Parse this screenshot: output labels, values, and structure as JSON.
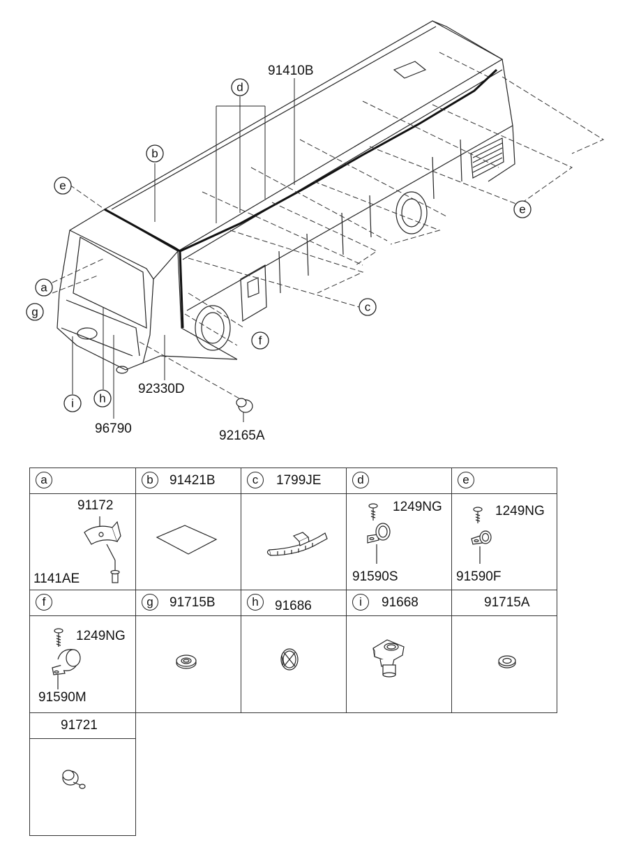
{
  "diagram": {
    "callouts": {
      "a": "a",
      "b": "b",
      "c": "c",
      "d": "d",
      "e1": "e",
      "e2": "e",
      "f": "f",
      "g": "g",
      "h": "h",
      "i": "i"
    },
    "part_labels": {
      "p91410B": "91410B",
      "p92330D": "92330D",
      "p96790": "96790",
      "p92165A": "92165A"
    }
  },
  "table": {
    "row1": [
      {
        "letter": "a",
        "code": ""
      },
      {
        "letter": "b",
        "code": "91421B"
      },
      {
        "letter": "c",
        "code": "1799JE"
      },
      {
        "letter": "d",
        "code": ""
      },
      {
        "letter": "e",
        "code": ""
      }
    ],
    "row2": [
      {
        "letter": "f",
        "code": ""
      },
      {
        "letter": "g",
        "code": "91715B"
      },
      {
        "letter": "h",
        "code": "91686"
      },
      {
        "letter": "i",
        "code": "91668"
      },
      {
        "letter": "",
        "code": "91715A"
      }
    ],
    "row3": [
      {
        "letter": "",
        "code": "91721"
      }
    ],
    "cell_parts": {
      "a_top": "91172",
      "a_bottom": "1141AE",
      "d_top": "1249NG",
      "d_bottom": "91590S",
      "e_top": "1249NG",
      "e_bottom": "91590F",
      "f_top": "1249NG",
      "f_bottom": "91590M"
    }
  }
}
